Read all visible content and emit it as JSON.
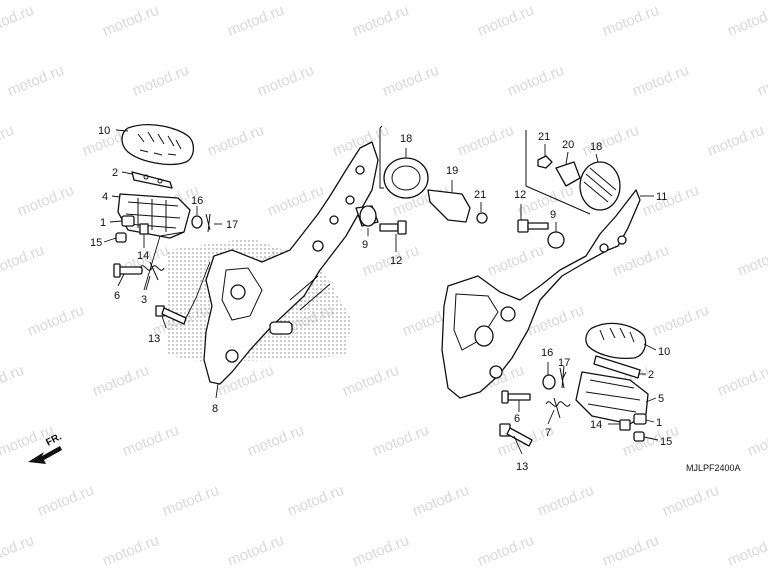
{
  "watermark": "motod.ru",
  "diagram_code": "MJLPF2400A",
  "direction_label": "FR.",
  "callouts": [
    {
      "id": "l10",
      "text": "10"
    },
    {
      "id": "l2",
      "text": "2"
    },
    {
      "id": "l4",
      "text": "4"
    },
    {
      "id": "l16",
      "text": "16"
    },
    {
      "id": "l17",
      "text": "17"
    },
    {
      "id": "l1",
      "text": "1"
    },
    {
      "id": "l15",
      "text": "15"
    },
    {
      "id": "l14",
      "text": "14"
    },
    {
      "id": "l6",
      "text": "6"
    },
    {
      "id": "l3",
      "text": "3"
    },
    {
      "id": "l13",
      "text": "13"
    },
    {
      "id": "l8",
      "text": "8"
    },
    {
      "id": "l9",
      "text": "9"
    },
    {
      "id": "l12",
      "text": "12"
    },
    {
      "id": "l18",
      "text": "18"
    },
    {
      "id": "l19",
      "text": "19"
    },
    {
      "id": "l21",
      "text": "21"
    },
    {
      "id": "r21",
      "text": "21"
    },
    {
      "id": "r20",
      "text": "20"
    },
    {
      "id": "r18",
      "text": "18"
    },
    {
      "id": "r11",
      "text": "11"
    },
    {
      "id": "r12",
      "text": "12"
    },
    {
      "id": "r9",
      "text": "9"
    },
    {
      "id": "r10",
      "text": "10"
    },
    {
      "id": "r2",
      "text": "2"
    },
    {
      "id": "r16",
      "text": "16"
    },
    {
      "id": "r17",
      "text": "17"
    },
    {
      "id": "r5",
      "text": "5"
    },
    {
      "id": "r6",
      "text": "6"
    },
    {
      "id": "r7",
      "text": "7"
    },
    {
      "id": "r14",
      "text": "14"
    },
    {
      "id": "r1",
      "text": "1"
    },
    {
      "id": "r15",
      "text": "15"
    },
    {
      "id": "r13",
      "text": "13"
    }
  ]
}
